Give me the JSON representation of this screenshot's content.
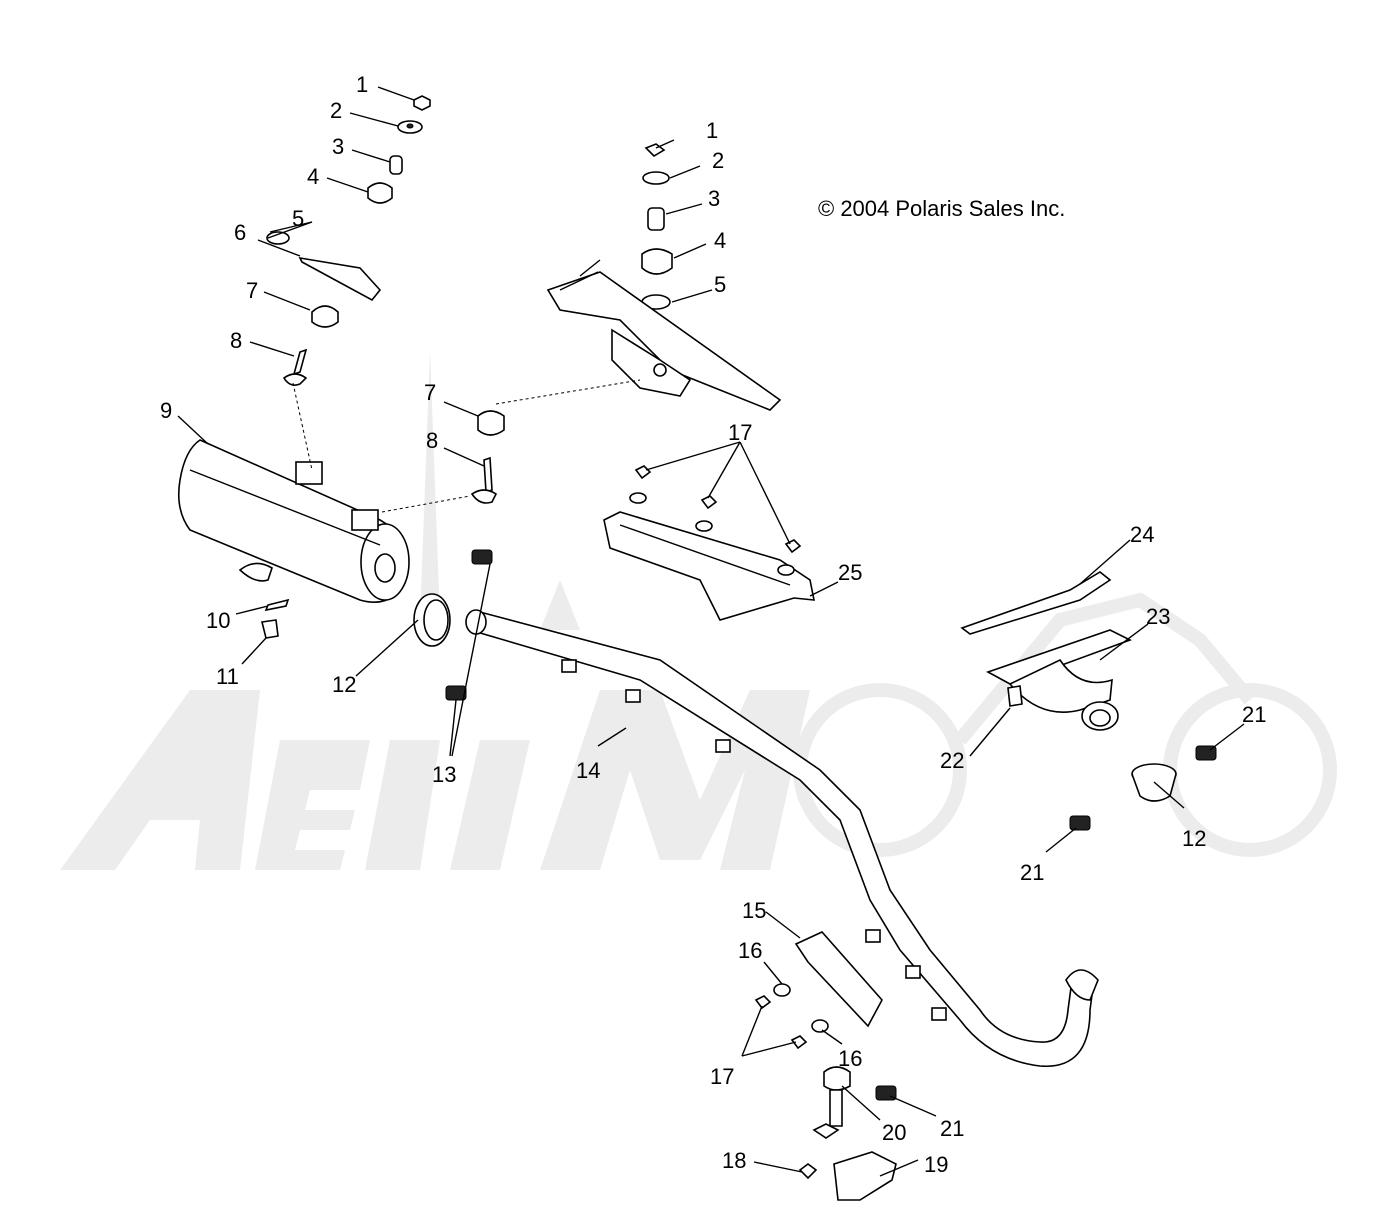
{
  "copyright": "© 2004 Polaris Sales Inc.",
  "watermark": "AeliMoto",
  "callouts": {
    "top_left": [
      "1",
      "2",
      "3",
      "4",
      "5",
      "6",
      "7",
      "8",
      "9",
      "10",
      "11",
      "12",
      "13"
    ],
    "top_center": [
      "1",
      "2",
      "3",
      "4",
      "5",
      "7",
      "8",
      "17"
    ],
    "heat_shield": [
      "25"
    ],
    "right": [
      "24",
      "23",
      "22",
      "21",
      "12",
      "21"
    ],
    "pipe": [
      "14"
    ],
    "bottom": [
      "15",
      "16",
      "17",
      "16",
      "20",
      "21",
      "18",
      "19"
    ]
  },
  "colors": {
    "line": "#000000",
    "background": "#ffffff",
    "watermark": "#ececec"
  }
}
